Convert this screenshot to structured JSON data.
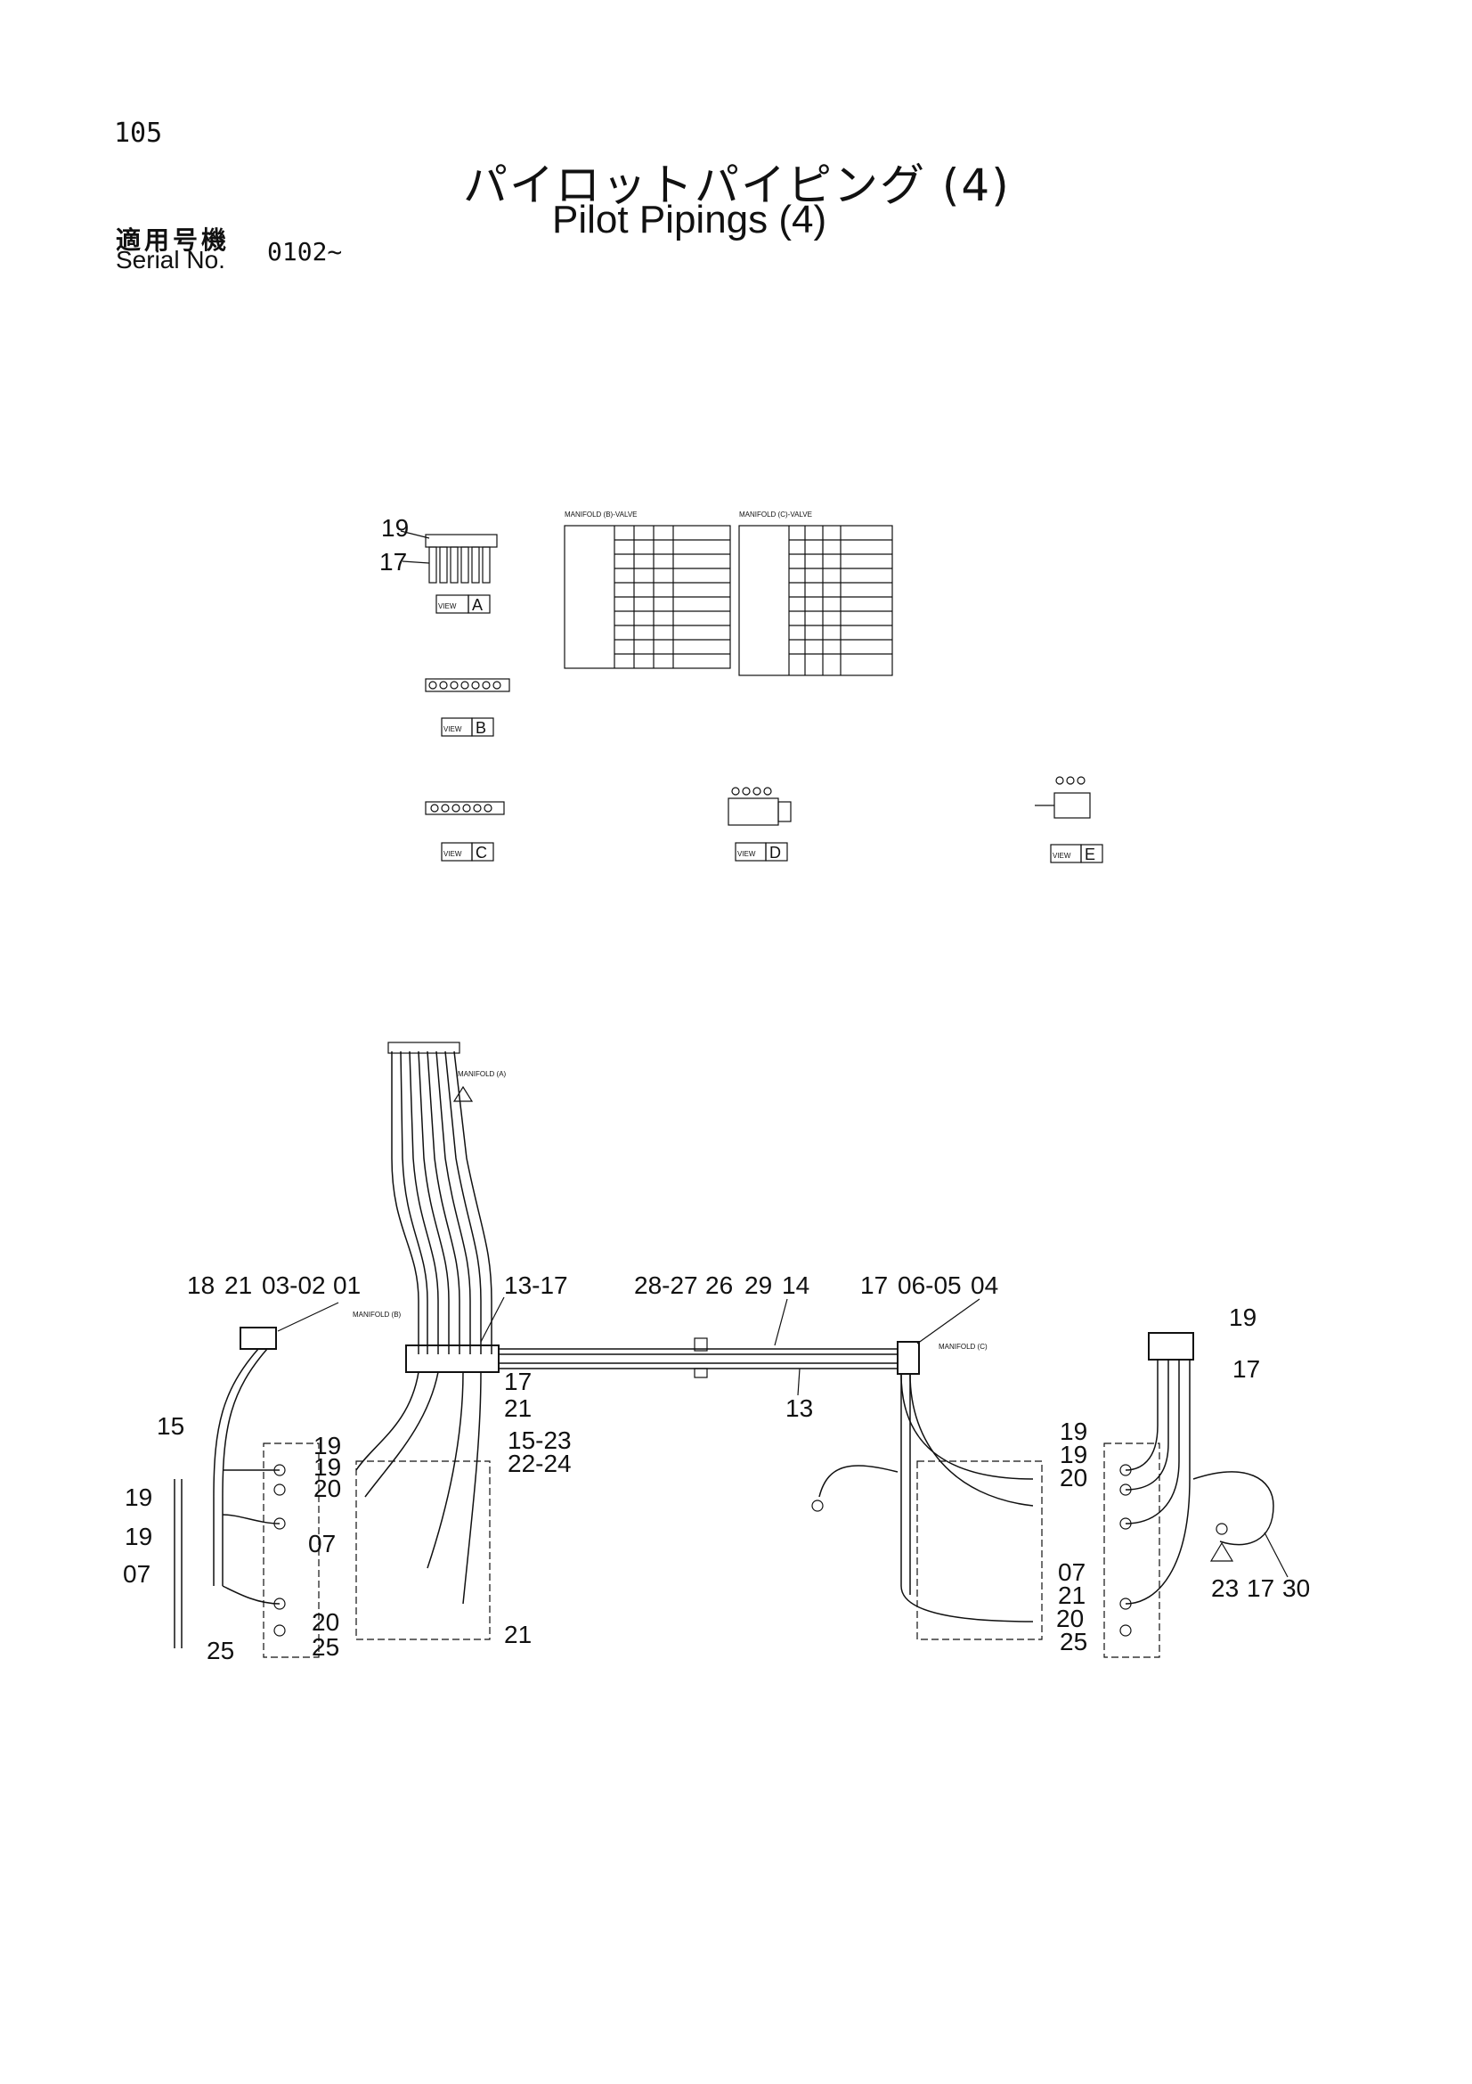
{
  "page": {
    "number": "105",
    "title_jp": "パイロットパイピング (4)",
    "title_en": "Pilot Pipings (4)",
    "serial_label_jp": "適用号機",
    "serial_label_en": "Serial No.",
    "serial_value": "0102~"
  },
  "views": [
    {
      "id": "A",
      "label": "A"
    },
    {
      "id": "B",
      "label": "B"
    },
    {
      "id": "C",
      "label": "C"
    },
    {
      "id": "D",
      "label": "D"
    },
    {
      "id": "E",
      "label": "E"
    }
  ],
  "view_prefix": "VIEW",
  "view_a_callouts": [
    "19",
    "17"
  ],
  "table_titles": {
    "left": "MANIFOLD (B)-VALVE",
    "right": "MANIFOLD (C)-VALVE"
  },
  "callouts": {
    "top_left": [
      "18",
      "21",
      "03-02",
      "01"
    ],
    "center_top": "13-17",
    "center_right": [
      "17",
      "21"
    ],
    "middle": [
      "15-23",
      "22-24"
    ],
    "pipe_top": [
      "28-27",
      "26",
      "29",
      "14"
    ],
    "pipe_bottom": "13",
    "right_top": [
      "17",
      "06-05",
      "04"
    ],
    "far_right": [
      "19",
      "17"
    ],
    "left_column": [
      "15",
      "19",
      "19",
      "07"
    ],
    "left_block": [
      "19",
      "19",
      "20",
      "07",
      "20",
      "25",
      "25"
    ],
    "center_bottom": "21",
    "right_block": [
      "19",
      "19",
      "20",
      "07",
      "21",
      "20",
      "25"
    ],
    "far_right_bottom": [
      "23",
      "17",
      "30"
    ]
  }
}
